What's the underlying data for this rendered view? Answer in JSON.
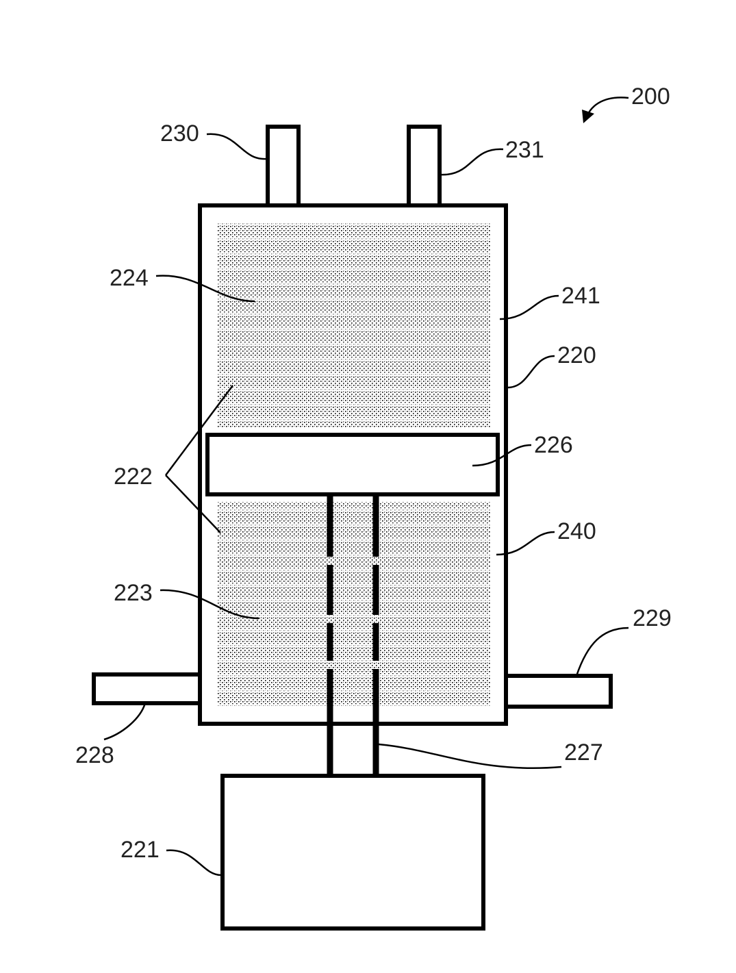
{
  "figure": {
    "ref_200": "200",
    "ref_220": "220",
    "ref_221": "221",
    "ref_222": "222",
    "ref_223": "223",
    "ref_224": "224",
    "ref_226": "226",
    "ref_227": "227",
    "ref_228": "228",
    "ref_229": "229",
    "ref_230": "230",
    "ref_231": "231",
    "ref_240": "240",
    "ref_241": "241"
  }
}
